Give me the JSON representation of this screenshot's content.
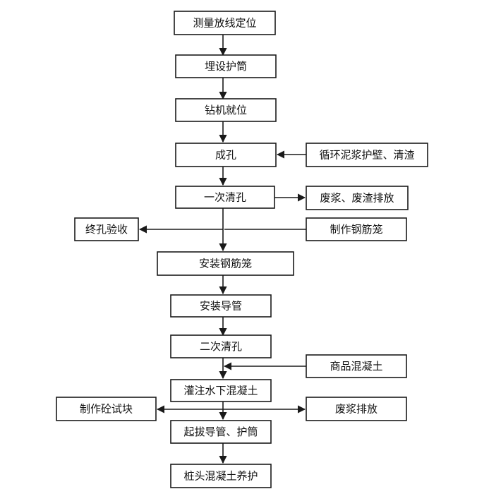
{
  "diagram": {
    "type": "flowchart",
    "colors": {
      "stroke": "#1a1a1a",
      "text": "#111111",
      "background": "#ffffff"
    },
    "nodes": {
      "survey": "测量放线定位",
      "casing": "埋设护筒",
      "rig": "钻机就位",
      "hole": "成孔",
      "mud_cycle": "循环泥浆护壁、清渣",
      "clean1": "一次清孔",
      "waste1": "废浆、废渣排放",
      "accept": "终孔验收",
      "make_cage": "制作钢筋笼",
      "install_cage": "安装钢筋笼",
      "install_pipe": "安装导管",
      "clean2": "二次清孔",
      "concrete": "商品混凝土",
      "pour": "灌注水下混凝土",
      "test_block": "制作砼试块",
      "waste2": "废浆排放",
      "pull": "起拔导管、护筒",
      "cure": "桩头混凝土养护"
    },
    "edges": [
      [
        "survey",
        "casing"
      ],
      [
        "casing",
        "rig"
      ],
      [
        "rig",
        "hole"
      ],
      [
        "mud_cycle",
        "hole"
      ],
      [
        "hole",
        "clean1"
      ],
      [
        "clean1",
        "waste1"
      ],
      [
        "clean1",
        "accept"
      ],
      [
        "make_cage",
        "clean1"
      ],
      [
        "clean1",
        "install_cage"
      ],
      [
        "install_cage",
        "install_pipe"
      ],
      [
        "install_pipe",
        "clean2"
      ],
      [
        "clean2",
        "pour"
      ],
      [
        "concrete",
        "pour"
      ],
      [
        "pour",
        "test_block"
      ],
      [
        "pour",
        "waste2"
      ],
      [
        "pour",
        "pull"
      ],
      [
        "pull",
        "cure"
      ]
    ]
  }
}
